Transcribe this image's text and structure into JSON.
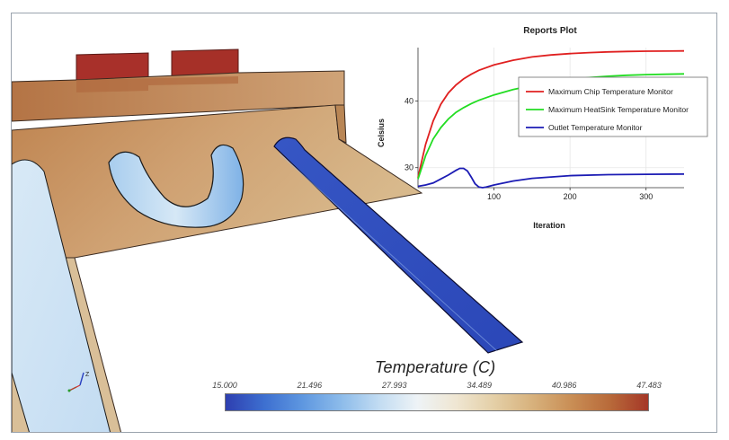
{
  "chart_data": {
    "type": "line",
    "title": "Reports Plot",
    "xlabel": "Iteration",
    "ylabel": "Celsius",
    "xlim": [
      0,
      350
    ],
    "ylim": [
      27,
      48
    ],
    "xticks": [
      100,
      200,
      300
    ],
    "yticks": [
      30,
      40
    ],
    "grid": true,
    "legend_position": "right",
    "series": [
      {
        "name": "Maximum Chip Temperature Monitor",
        "color": "#e02020",
        "x": [
          0,
          5,
          10,
          20,
          30,
          40,
          50,
          60,
          70,
          80,
          100,
          125,
          150,
          175,
          200,
          225,
          250,
          275,
          300,
          325,
          350
        ],
        "y": [
          28.5,
          31.0,
          33.5,
          37.0,
          39.5,
          41.2,
          42.4,
          43.3,
          44.0,
          44.6,
          45.4,
          46.1,
          46.6,
          46.9,
          47.1,
          47.25,
          47.35,
          47.42,
          47.46,
          47.48,
          47.5
        ]
      },
      {
        "name": "Maximum HeatSink Temperature Monitor",
        "color": "#22dd22",
        "x": [
          0,
          5,
          10,
          20,
          30,
          40,
          50,
          60,
          70,
          80,
          100,
          125,
          150,
          175,
          200,
          225,
          250,
          275,
          300,
          325,
          350
        ],
        "y": [
          28.3,
          30.0,
          31.8,
          34.3,
          36.0,
          37.3,
          38.3,
          39.0,
          39.6,
          40.1,
          40.9,
          41.7,
          42.3,
          42.8,
          43.2,
          43.5,
          43.7,
          43.85,
          43.95,
          44.0,
          44.05
        ]
      },
      {
        "name": "Outlet Temperature Monitor",
        "color": "#1c1cb4",
        "x": [
          0,
          10,
          20,
          30,
          40,
          50,
          55,
          60,
          65,
          70,
          75,
          80,
          85,
          90,
          100,
          125,
          150,
          175,
          200,
          250,
          300,
          350
        ],
        "y": [
          27.2,
          27.4,
          27.7,
          28.3,
          28.9,
          29.6,
          29.9,
          29.9,
          29.5,
          28.6,
          27.6,
          27.1,
          27.0,
          27.1,
          27.4,
          28.0,
          28.4,
          28.6,
          28.8,
          28.95,
          29.0,
          29.05
        ]
      }
    ]
  },
  "legend": {
    "title": "Temperature (C)",
    "ticks": [
      "15.000",
      "21.496",
      "27.993",
      "34.489",
      "40.986",
      "47.483"
    ],
    "colors": [
      "#2e3fb0",
      "#3d6fd0",
      "#5e97e0",
      "#8cbbea",
      "#c2dcf2",
      "#eef3f6",
      "#efe6d2",
      "#e4cfa6",
      "#d7b17c",
      "#c98e55",
      "#b86a3a",
      "#a53727"
    ]
  },
  "triad": {
    "z_label": "Z"
  }
}
